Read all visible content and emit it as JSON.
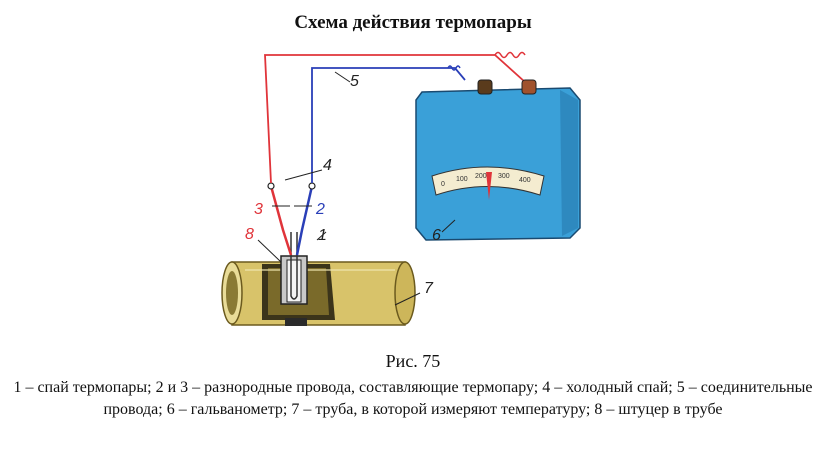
{
  "title": "Схема действия термопары",
  "caption": {
    "number": "Рис. 75",
    "text": "1 – спай термопары; 2 и 3 – разнородные провода, составляющие термопару; 4 – холодный спай; 5 – соединительные провода; 6 – гальванометр; 7 – труба, в которой измеряют температуру; 8 – штуцер в трубе"
  },
  "labels": {
    "l1": "1",
    "l2": "2",
    "l3": "3",
    "l4": "4",
    "l5": "5",
    "l6": "6",
    "l7": "7",
    "l8": "8"
  },
  "galvanometer_scale": [
    "0",
    "100",
    "200",
    "300",
    "400"
  ],
  "colors": {
    "red_wire": "#e0343a",
    "blue_wire": "#2a3fb8",
    "galvanometer": "#3aa0d8",
    "pipe": "#d8c36a"
  }
}
